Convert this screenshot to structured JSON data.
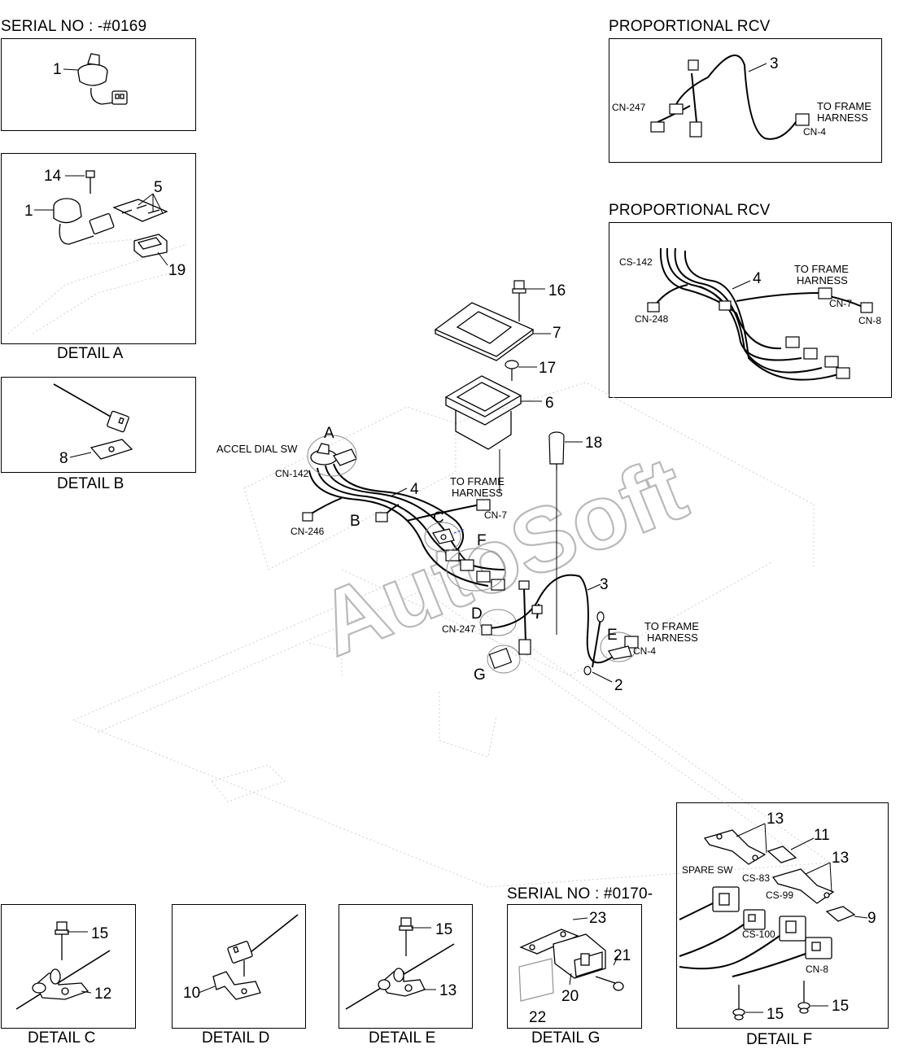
{
  "header": {
    "serial_top": "SERIAL NO : -#0169",
    "prop_rcv_1": "PROPORTIONAL RCV",
    "prop_rcv_2": "PROPORTIONAL RCV",
    "serial_bottom": "SERIAL NO : #0170-"
  },
  "details": {
    "a": "DETAIL A",
    "b": "DETAIL B",
    "c": "DETAIL C",
    "d": "DETAIL D",
    "e": "DETAIL E",
    "f": "DETAIL F",
    "g": "DETAIL G"
  },
  "labels": {
    "accel_dial_sw": "ACCEL DIAL SW",
    "to_frame": "TO FRAME",
    "harness": "HARNESS",
    "spare_sw": "SPARE SW",
    "cn142": "CN-142",
    "cn246": "CN-246",
    "cn247": "CN-247",
    "cn248": "CN-248",
    "cn4": "CN-4",
    "cn7": "CN-7",
    "cn8": "CN-8",
    "cs142": "CS-142",
    "cs83": "CS-83",
    "cs99": "CS-99",
    "cs100": "CS-100"
  },
  "letters": [
    "A",
    "B",
    "C",
    "D",
    "E",
    "F",
    "G"
  ],
  "part_numbers": [
    "1",
    "2",
    "3",
    "4",
    "5",
    "6",
    "7",
    "8",
    "9",
    "10",
    "11",
    "12",
    "13",
    "14",
    "15",
    "16",
    "17",
    "18",
    "19",
    "20",
    "21",
    "22",
    "23"
  ],
  "watermark": "AutoSoft"
}
